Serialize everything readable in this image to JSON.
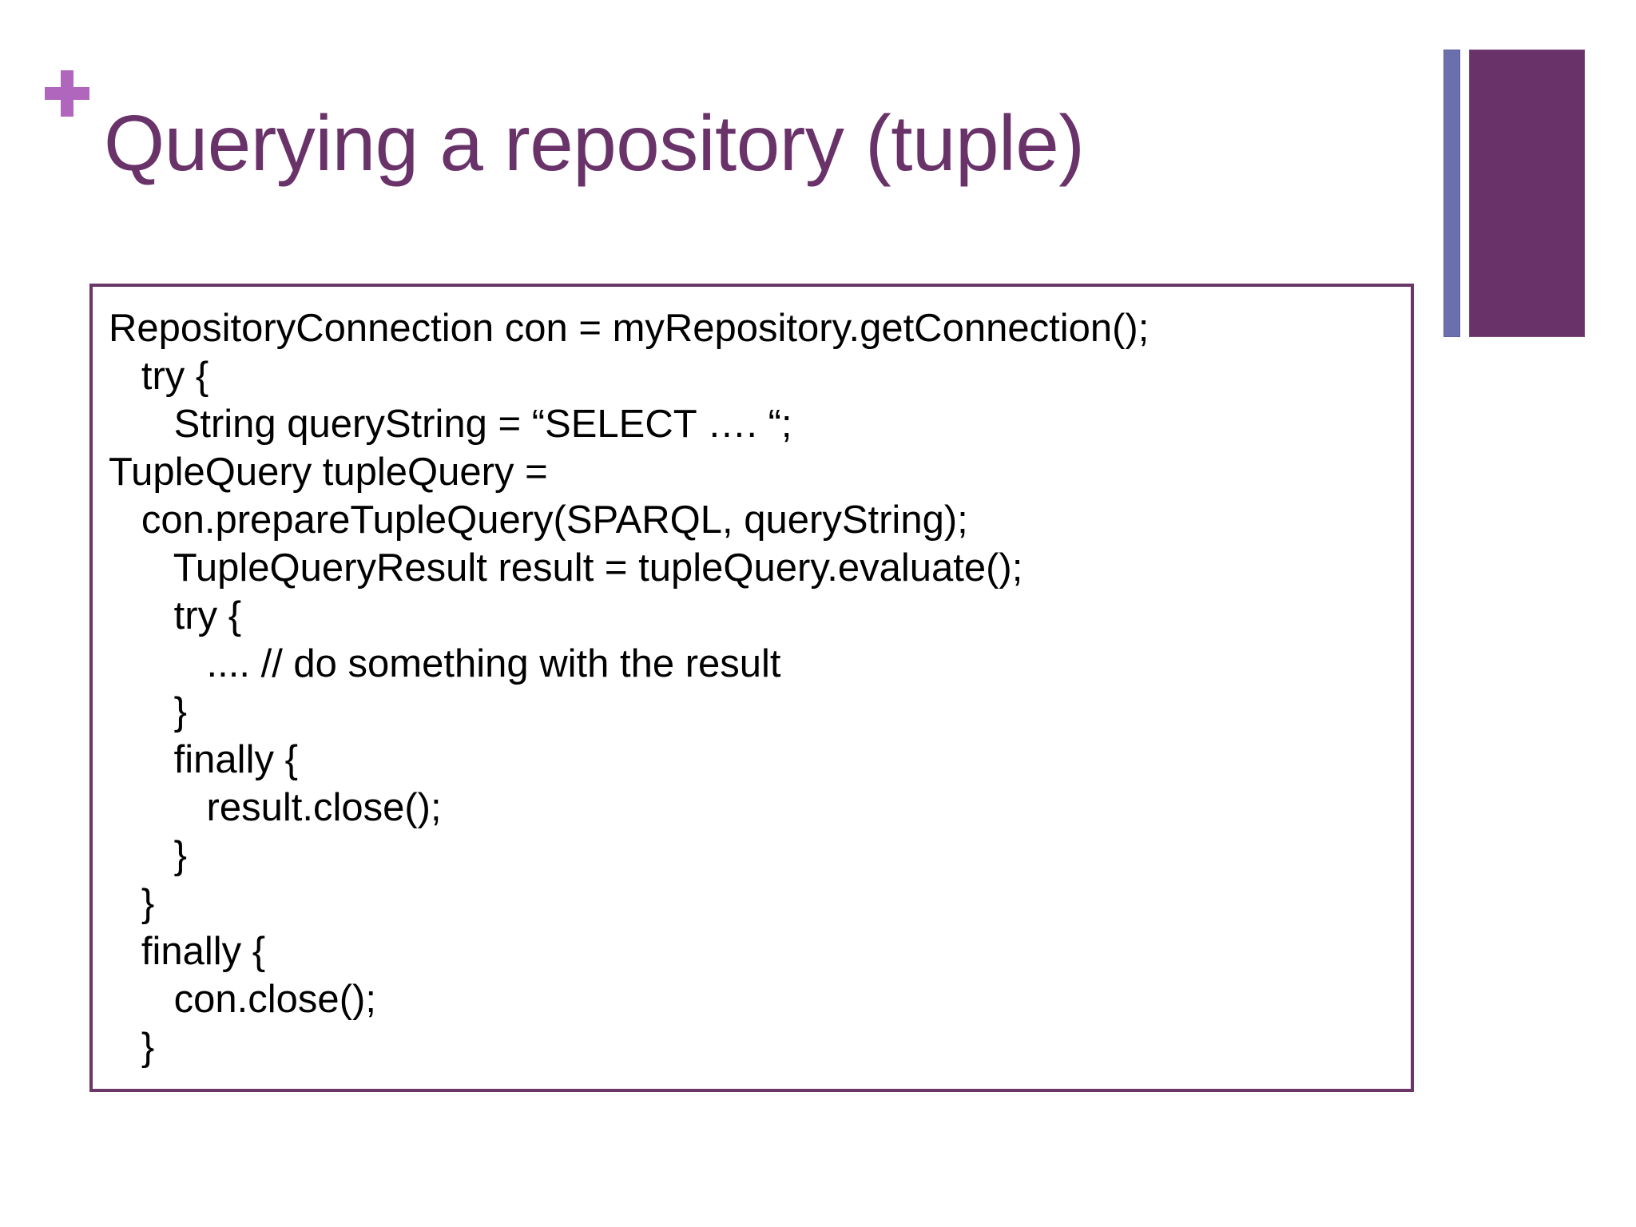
{
  "slide": {
    "title": "Querying a repository (tuple)",
    "bullet_marker": "+",
    "colors": {
      "title_purple": "#69336a",
      "plus_purple": "#b166bd",
      "deco_block_purple": "#69336a",
      "deco_bar_blue": "#6b6fae",
      "code_border": "#6b3668",
      "code_text": "#000000",
      "background": "#ffffff"
    }
  },
  "code_block": {
    "language": "java",
    "lines": [
      "RepositoryConnection con = myRepository.getConnection();",
      "   try {",
      "      String queryString = “SELECT …. “;",
      "TupleQuery tupleQuery =",
      "   con.prepareTupleQuery(SPARQL, queryString);",
      "      TupleQueryResult result = tupleQuery.evaluate();",
      "      try {",
      "         .... // do something with the result",
      "      }",
      "      finally {",
      "         result.close();",
      "      }",
      "   }",
      "   finally {",
      "      con.close();",
      "   }"
    ]
  }
}
